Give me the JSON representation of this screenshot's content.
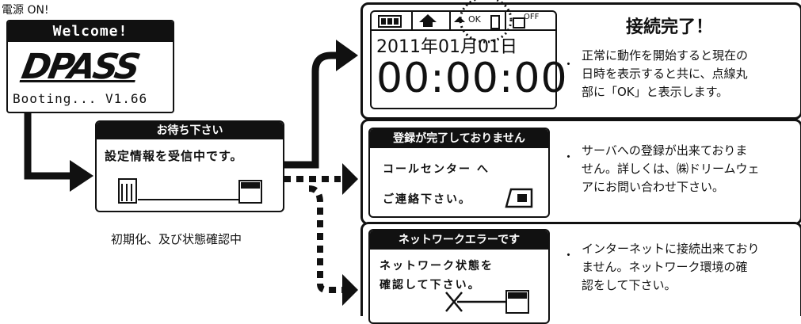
{
  "power_label": "電源 ON!",
  "boot": {
    "welcome": "Welcome!",
    "logo": "DPASS",
    "status": "Booting... V1.66"
  },
  "waiting": {
    "header": "お待ち下さい",
    "message": "設定情報を受信中です。",
    "caption": "初期化、及び状態確認中"
  },
  "complete": {
    "date": "2011年01月01日",
    "time": "00:00:00",
    "icon_ok": "OK",
    "icon_off": "OFF",
    "title": "接続完了！",
    "bullet": "・",
    "desc_lines": [
      "正常に動作を開始すると現在の",
      "日時を表示すると共に、点線丸",
      "部に「OK」と表示します。"
    ]
  },
  "not_registered": {
    "header": "登録が完了しておりません",
    "line1": "コールセンター へ",
    "line2": "ご連絡下さい。",
    "bullet": "・",
    "desc_lines": [
      "サーバへの登録が出来ておりま",
      "せん。詳しくは、㈱ドリームウェ",
      "アにお問い合わせ下さい。"
    ]
  },
  "network_error": {
    "header": "ネットワークエラーです",
    "line1": "ネットワーク状態を",
    "line2": "確認して下さい。",
    "bullet": "・",
    "desc_lines": [
      "インターネットに接続出来ており",
      "ません。ネットワーク環境の確",
      "認をして下さい。"
    ]
  }
}
